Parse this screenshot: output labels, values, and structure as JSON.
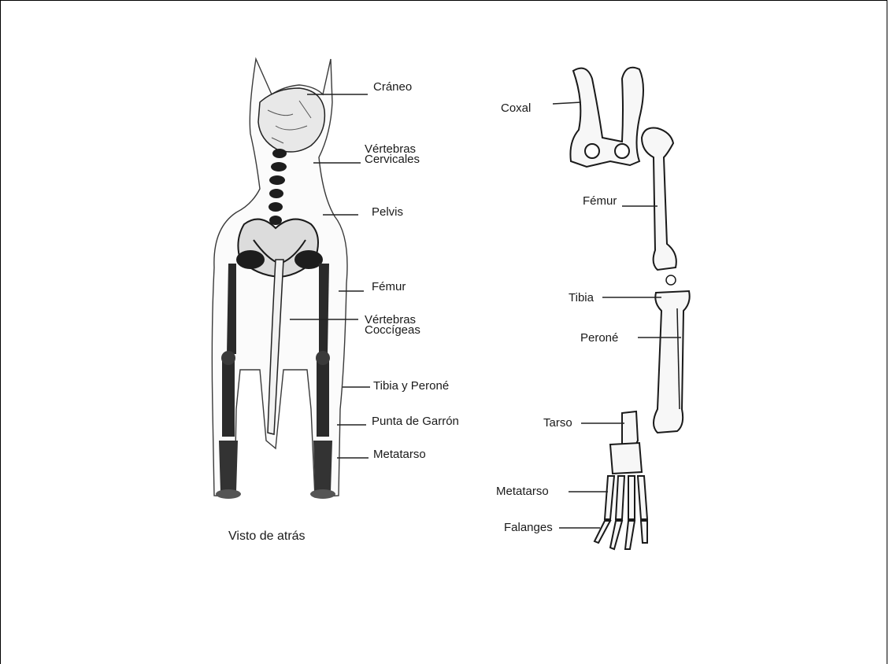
{
  "rear_view": {
    "labels": {
      "craneo": "Cráneo",
      "vertebras_cervicales_1": "Vértebras",
      "vertebras_cervicales_2": "Cervicales",
      "pelvis": "Pelvis",
      "femur": "Fémur",
      "vertebras_coccigeas_1": "Vértebras",
      "vertebras_coccigeas_2": "Coccígeas",
      "tibia_perone": "Tibia y Peroné",
      "punta_garron": "Punta de Garrón",
      "metatarso": "Metatarso"
    },
    "caption": "Visto de atrás"
  },
  "hind_limb": {
    "labels": {
      "coxal": "Coxal",
      "femur": "Fémur",
      "tibia": "Tibia",
      "perone": "Peroné",
      "tarso": "Tarso",
      "metatarso": "Metatarso",
      "falanges": "Falanges"
    }
  }
}
